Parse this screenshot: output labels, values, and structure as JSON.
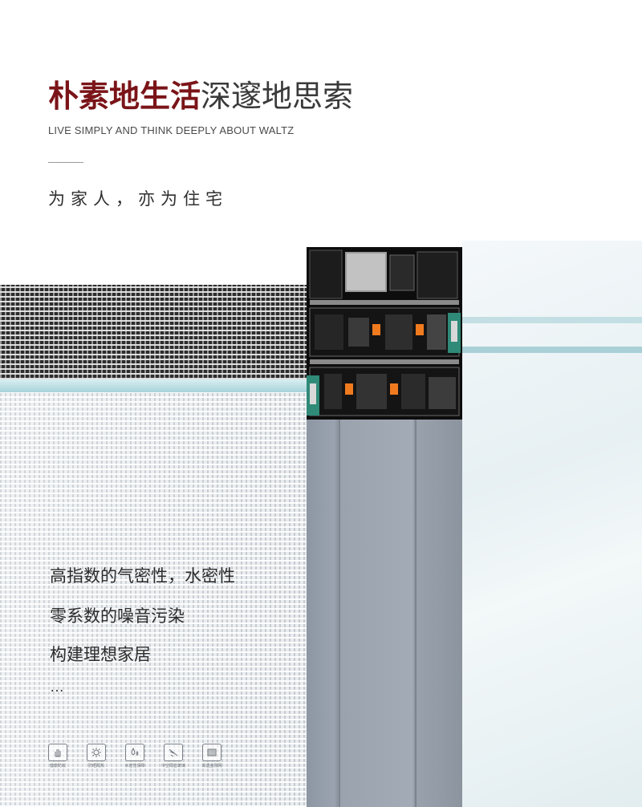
{
  "header": {
    "title_bold": "朴素地生活",
    "title_light": "深邃地思索",
    "title_en": "LIVE SIMPLY AND THINK DEEPLY ABOUT WALTZ",
    "subtitle": "为家人，亦为住宅"
  },
  "features": [
    "高指数的气密性，水密性",
    "零系数的噪音污染",
    "构建理想家居"
  ],
  "ellipsis": "…",
  "icons": [
    {
      "name": "hand-icon",
      "label": "健康防蚊"
    },
    {
      "name": "sun-icon",
      "label": "防晒隔热"
    },
    {
      "name": "water-drop-icon",
      "label": "水密性保障"
    },
    {
      "name": "sound-icon",
      "label": "中空隔音玻璃"
    },
    {
      "name": "mesh-screen-icon",
      "label": "高透金刚网"
    }
  ],
  "colors": {
    "title_accent": "#7a1418",
    "seal_orange": "#f07a1e",
    "glass_teal": "#a9d0d7",
    "profile_grey": "#9aa3af"
  }
}
